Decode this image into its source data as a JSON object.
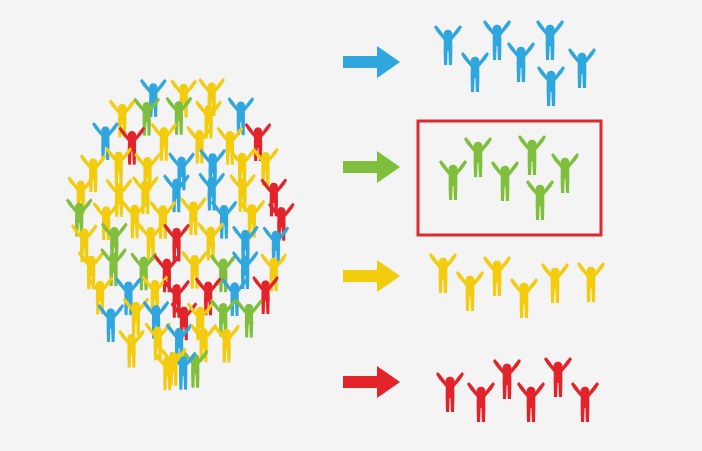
{
  "colors": {
    "background": "#f4f4f4",
    "blue": "#2fa7de",
    "green": "#7fbf3d",
    "yellow": "#f4cc0e",
    "red": "#e3232a",
    "highlight_border": "#dc2a2f"
  },
  "crowd": {
    "composition": [
      {
        "group": "blue",
        "count": 17
      },
      {
        "group": "green",
        "count": 10
      },
      {
        "group": "yellow",
        "count": 37
      },
      {
        "group": "red",
        "count": 10
      }
    ]
  },
  "groups": [
    {
      "key": "blue",
      "color": "#2fa7de",
      "person_count": 7,
      "highlighted": false,
      "arrow_icon": "arrow-right-icon"
    },
    {
      "key": "green",
      "color": "#7fbf3d",
      "person_count": 6,
      "highlighted": true,
      "arrow_icon": "arrow-right-icon"
    },
    {
      "key": "yellow",
      "color": "#f4cc0e",
      "person_count": 6,
      "highlighted": false,
      "arrow_icon": "arrow-right-icon"
    },
    {
      "key": "red",
      "color": "#e3232a",
      "person_count": 6,
      "highlighted": false,
      "arrow_icon": "arrow-right-icon"
    }
  ],
  "icons": {
    "person": "person-arms-raised-icon",
    "arrow": "arrow-right-icon"
  }
}
